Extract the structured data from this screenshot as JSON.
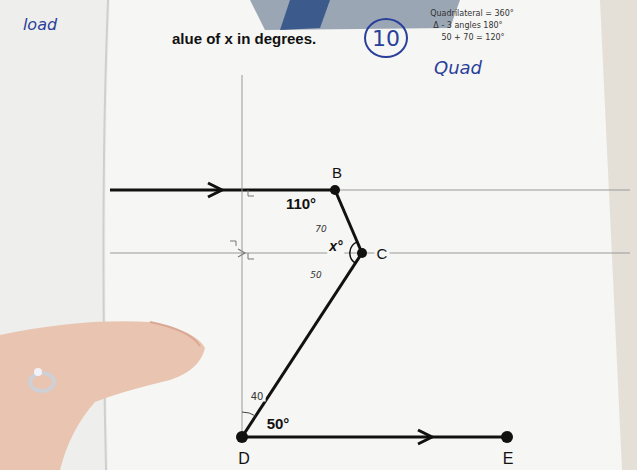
{
  "diagram": {
    "title": "alue of x in degrees.",
    "nodes": [
      {
        "text": [
          "10"
        ]
      }
    ],
    "labels": [
      "load",
      "Quadrilateral = 360°",
      "Δ - 3 angles 180°",
      "50 + 70 = 120°",
      "Quad",
      "B",
      "110°",
      "70",
      "x°",
      "C",
      "50",
      "40",
      "50°",
      "D",
      "E"
    ]
  }
}
